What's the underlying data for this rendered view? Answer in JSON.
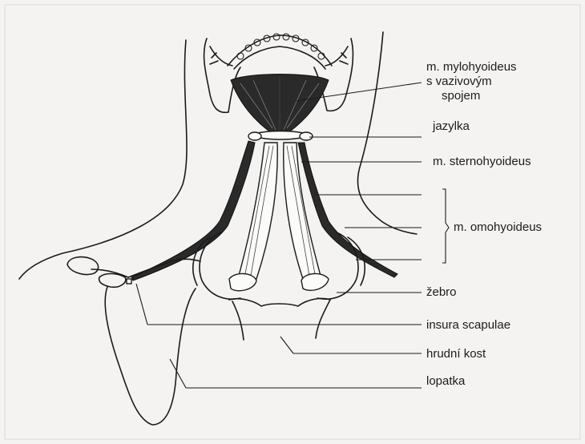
{
  "labels": {
    "mylohyoideus_1": "m. mylohyoideus",
    "mylohyoideus_2": "s vazivovým",
    "mylohyoideus_3": "spojem",
    "jazylka": "jazylka",
    "sternohyoideus": "m. sternohyoideus",
    "omohyoideus": "m. omohyoideus",
    "zebro": "žebro",
    "insura": "insura scapulae",
    "hrudni_kost": "hrudní kost",
    "lopatka": "lopatka"
  },
  "colors": {
    "background": "#f4f3f1",
    "ink": "#1a1a1a",
    "muscle": "#2a2a2a",
    "bone": "#fbfbfa"
  }
}
